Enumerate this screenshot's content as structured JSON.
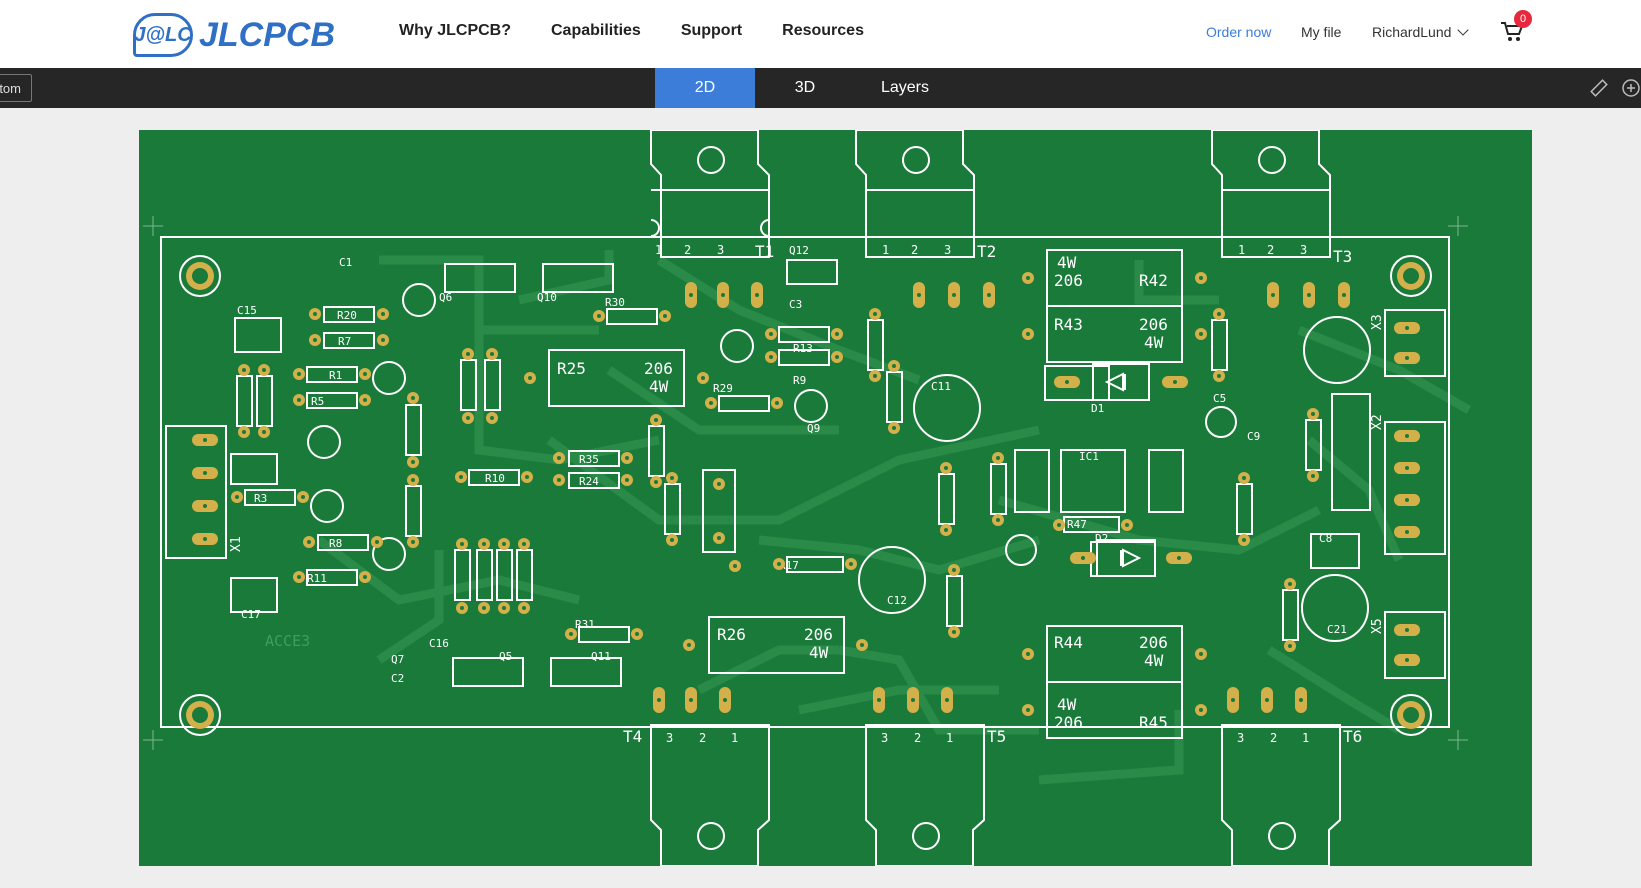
{
  "header": {
    "logo_mark": "J@LC",
    "logo_text": "JLCPCB",
    "nav": [
      "Why JLCPCB?",
      "Capabilities",
      "Support",
      "Resources"
    ],
    "order_now": "Order now",
    "my_file": "My file",
    "user": "RichardLund",
    "cart_count": "0"
  },
  "toolbar": {
    "side_button": "ttom",
    "tabs": [
      "2D",
      "3D",
      "Layers"
    ],
    "active_tab": "2D"
  },
  "board": {
    "silk_text": "ACCE3",
    "transistors_top": [
      "T1",
      "T2",
      "T3"
    ],
    "transistors_bottom": [
      "T4",
      "T5",
      "T6"
    ],
    "power_resistors": [
      {
        "name": "R25",
        "value": "206",
        "rating": "4W"
      },
      {
        "name": "R26",
        "value": "206",
        "rating": "4W"
      },
      {
        "name": "R42",
        "value": "206",
        "rating": "4W"
      },
      {
        "name": "R43",
        "value": "206",
        "rating": "4W"
      },
      {
        "name": "R44",
        "value": "206",
        "rating": "4W"
      },
      {
        "name": "R45",
        "value": "206",
        "rating": "4W"
      }
    ],
    "connectors": [
      "X1",
      "X2",
      "X3",
      "X5"
    ],
    "colors": {
      "board": "#1a7a3a",
      "trace": "#2a8a47",
      "silk": "#ffffff",
      "pad": "#d4b04a"
    }
  }
}
